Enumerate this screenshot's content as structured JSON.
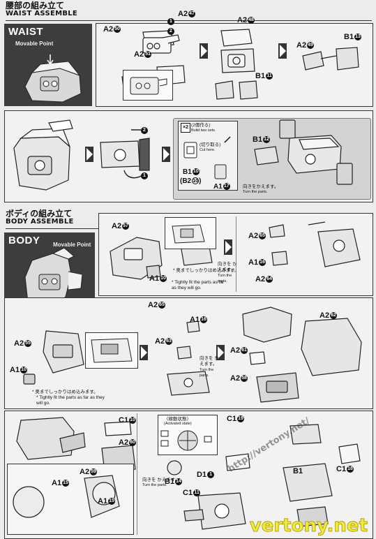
{
  "waist": {
    "title_jp": "腰部の組み立て",
    "title_en": "WAIST ASSEMBLE",
    "box_title": "WAIST",
    "movable": "Movable Point"
  },
  "body": {
    "title_jp": "ボディの組み立て",
    "title_en": "BODY ASSEMBLE",
    "box_title": "BODY",
    "movable": "Movable Point"
  },
  "labels": {
    "w1_a250": "A2",
    "w1_a250n": "50",
    "w1_a247": "A2",
    "w1_a247n": "47",
    "w1_a251": "A2",
    "w1_a251n": "51",
    "w2_a248": "A2",
    "w2_a248n": "48",
    "w2_b111": "B1",
    "w2_b111n": "11",
    "w3_a249": "A2",
    "w3_a249n": "49",
    "w3_b113": "B1",
    "w3_b113n": "13",
    "w4_b112": "B1",
    "w4_b112n": "12",
    "w4_b110": "B1",
    "w4_b110n": "10",
    "w4_b210": "(B2",
    "w4_b210n": "10",
    "w4_b210c": ")",
    "w4_a117": "A1",
    "w4_a117n": "17",
    "b1_a257": "A2",
    "b1_a257n": "57",
    "b1_a110": "A1",
    "b1_a110n": "10",
    "b2_a265": "A2",
    "b2_a265n": "65",
    "b2_a116": "A1",
    "b2_a116n": "16",
    "b2_a264": "A2",
    "b2_a264n": "64",
    "b3_a255": "A2",
    "b3_a255n": "55",
    "b3_a110": "A1",
    "b3_a110n": "10",
    "b4_a265": "A2",
    "b4_a265n": "65",
    "b4_a116": "A1",
    "b4_a116n": "16",
    "b4_a263": "A2",
    "b4_a263n": "63",
    "b5_a262": "A2",
    "b5_a262n": "62",
    "b5_a261": "A2",
    "b5_a261n": "61",
    "b5_a258": "A2",
    "b5_a258n": "58",
    "b6_c110": "C1",
    "b6_c110n": "10",
    "b6_a260": "A2",
    "b6_a260n": "60",
    "b6_a259": "A2",
    "b6_a259n": "59",
    "b6_a115a": "A1",
    "b6_a115an": "15",
    "b6_a115b": "A1",
    "b6_a115bn": "15",
    "b7_c119": "C1",
    "b7_c119n": "19",
    "b7_b114": "B1",
    "b7_b114n": "14",
    "b7_d11": "D1",
    "b7_d11n": "1",
    "b7_c111": "C1",
    "b7_c111n": "11",
    "b8_b1": "B1",
    "b8_c118": "C1",
    "b8_c118n": "18"
  },
  "notes": {
    "make_two_jp": "(2個作る)",
    "make_two_en": "Build two sets.",
    "cut_jp": "(切り取る)",
    "cut_en": "Cut here.",
    "turn1_jp": "向きをかえます。",
    "turn1_en": "Turn the parts.",
    "tight1_jp": "* 奥までしっかりはめ込みます。",
    "tight1_en": "* Tightly fit the parts as far as they will go.",
    "turn2_jp": "向きを かえます。",
    "turn2_en": "Turn the parts.",
    "turn3_jp": "向きを かえます。",
    "turn3_en": "Turn the parts.",
    "tight2_jp": "* 奥までしっかりはめ込みます。",
    "tight2_en": "* Tightly fit the parts as far as they will go.",
    "activated_jp": "〈稼動状態〉",
    "activated_en": "(Activated state)",
    "turn4_jp": "向きを かえます。",
    "turn4_en": "Turn the parts.",
    "x2": "×2"
  },
  "watermark": "vertony.net",
  "watermark_url": "http://vertony.net/"
}
